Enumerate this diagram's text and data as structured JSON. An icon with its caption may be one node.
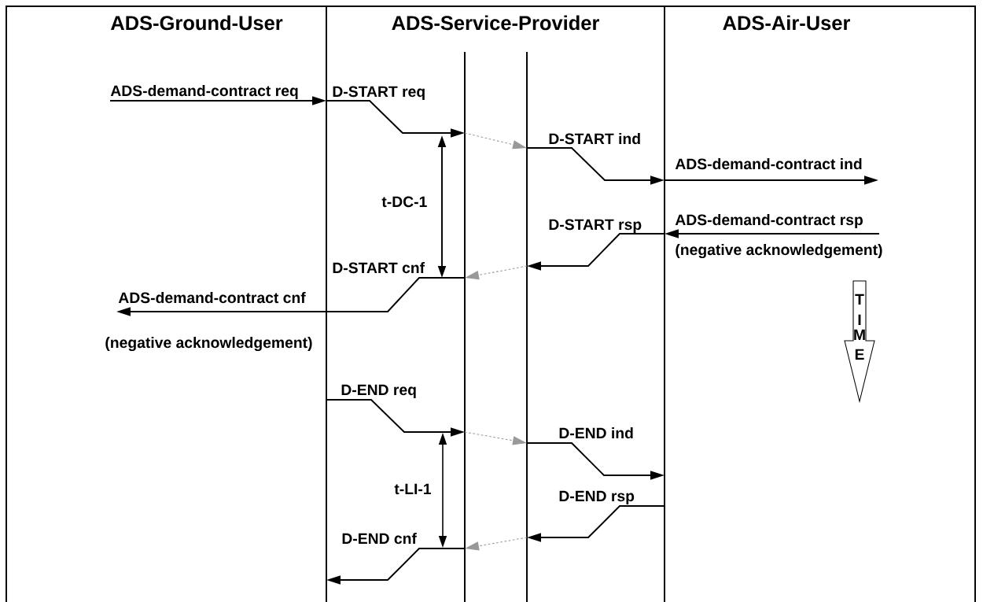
{
  "diagram": {
    "nodes": [
      {
        "text": [],
        "shape": "line"
      },
      {
        "text": [],
        "shape": "line"
      },
      {
        "text": [],
        "shape": "line"
      },
      {
        "text": [],
        "shape": "line"
      }
    ],
    "edges": [
      {
        "from": null,
        "to": 0,
        "arrow": "to",
        "label": "ADS-demand-contract req"
      },
      {
        "from": 0,
        "to": 1,
        "arrow": "to",
        "label": "D-START req"
      },
      {
        "from": 1,
        "to": 2,
        "arrow": "to",
        "style": "dashed",
        "color": "#999999"
      },
      {
        "from": 2,
        "to": 3,
        "arrow": "to",
        "label": "D-START ind"
      },
      {
        "from": 3,
        "to": null,
        "arrow": "to",
        "label": "ADS-demand-contract ind"
      },
      {
        "from": null,
        "to": 3,
        "arrow": "to",
        "label": "ADS-demand-contract rsp"
      },
      {
        "from": 3,
        "to": 2,
        "arrow": "to",
        "label": "D-START rsp"
      },
      {
        "from": 2,
        "to": 1,
        "arrow": "to",
        "style": "dashed",
        "color": "#999999"
      },
      {
        "from": 1,
        "to": 0,
        "arrow": "none",
        "label": "D-START cnf"
      },
      {
        "from": 0,
        "to": null,
        "arrow": "to",
        "label": "ADS-demand-contract cnf"
      },
      {
        "from": 0,
        "to": 1,
        "arrow": "to",
        "label": "D-END req"
      },
      {
        "from": 1,
        "to": 2,
        "arrow": "to",
        "style": "dashed",
        "color": "#999999"
      },
      {
        "from": 2,
        "to": 3,
        "arrow": "to",
        "label": "D-END ind"
      },
      {
        "from": 3,
        "to": 2,
        "arrow": "to",
        "label": "D-END rsp"
      },
      {
        "from": 2,
        "to": 1,
        "arrow": "to",
        "style": "dashed",
        "color": "#999999"
      },
      {
        "from": 1,
        "to": 0,
        "arrow": "to",
        "label": "D-END cnf"
      }
    ],
    "labels": [
      "ADS-Ground-User",
      "ADS-Service-Provider",
      "ADS-Air-User",
      "t-DC-1",
      "(negative acknowledgement)",
      "(negative acknowledgement)",
      "T",
      "I",
      "M",
      "E",
      "t-LI-1"
    ]
  }
}
